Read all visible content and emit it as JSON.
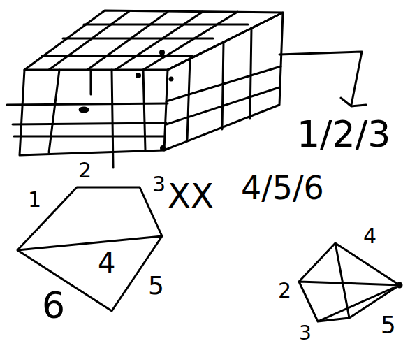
{
  "diagram": {
    "labels": [
      "1/2/3",
      "1",
      "2",
      "3",
      "4",
      "5",
      "6",
      "XX",
      "4/5/6",
      "2",
      "3",
      "4",
      "5"
    ]
  }
}
